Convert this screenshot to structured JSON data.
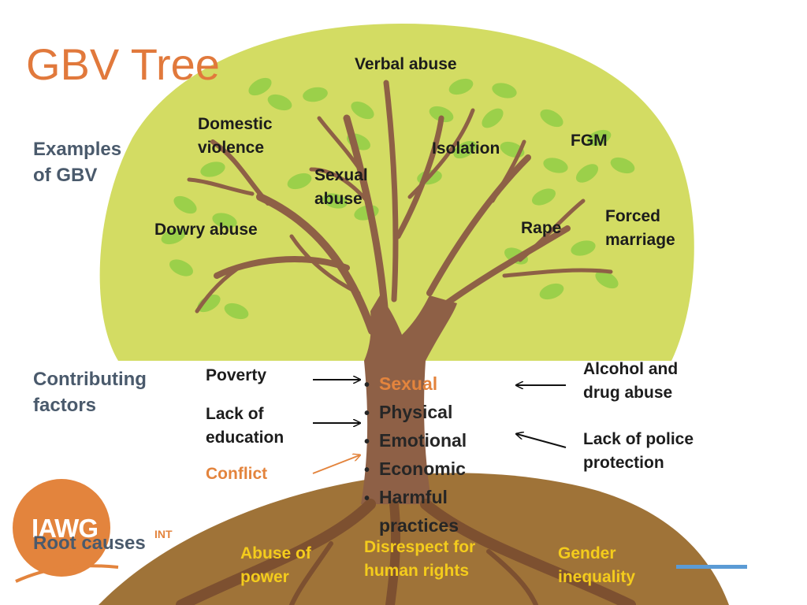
{
  "title": "GBV Tree",
  "sections": {
    "examples": [
      "Examples",
      "of GBV"
    ],
    "contributing": [
      "Contributing",
      "factors"
    ],
    "root_causes": "Root causes"
  },
  "examples": {
    "verbal_abuse": "Verbal abuse",
    "domestic_violence": [
      "Domestic",
      "violence"
    ],
    "isolation": "Isolation",
    "fgm": "FGM",
    "sexual_abuse": [
      "Sexual",
      "abuse"
    ],
    "forced_marriage": [
      "Forced",
      "marriage"
    ],
    "dowry_abuse": "Dowry abuse",
    "rape": "Rape"
  },
  "factors": {
    "poverty": "Poverty",
    "lack_of_education": [
      "Lack of",
      "education"
    ],
    "conflict": "Conflict",
    "alcohol": [
      "Alcohol and",
      "drug abuse"
    ],
    "police": [
      "Lack of police",
      "protection"
    ]
  },
  "types": [
    "Sexual",
    "Physical",
    "Emotional",
    "Economic",
    "Harmful",
    "practices"
  ],
  "root_causes": {
    "abuse_of_power": [
      "Abuse of",
      "power"
    ],
    "disrespect": [
      "Disrespect for",
      "human rights"
    ],
    "gender_inequality": [
      "Gender",
      "inequality"
    ]
  },
  "logo": {
    "main": "IAWG",
    "small": "INT"
  },
  "colors": {
    "canopy": "#d3dc63",
    "leaf": "#9bd04a",
    "trunk": "#8e6046",
    "soil": "#9f7338",
    "title": "#e1793c",
    "accent": "#e3843d",
    "root_text": "#f4cc1c",
    "section_text": "#4a5a6c"
  }
}
